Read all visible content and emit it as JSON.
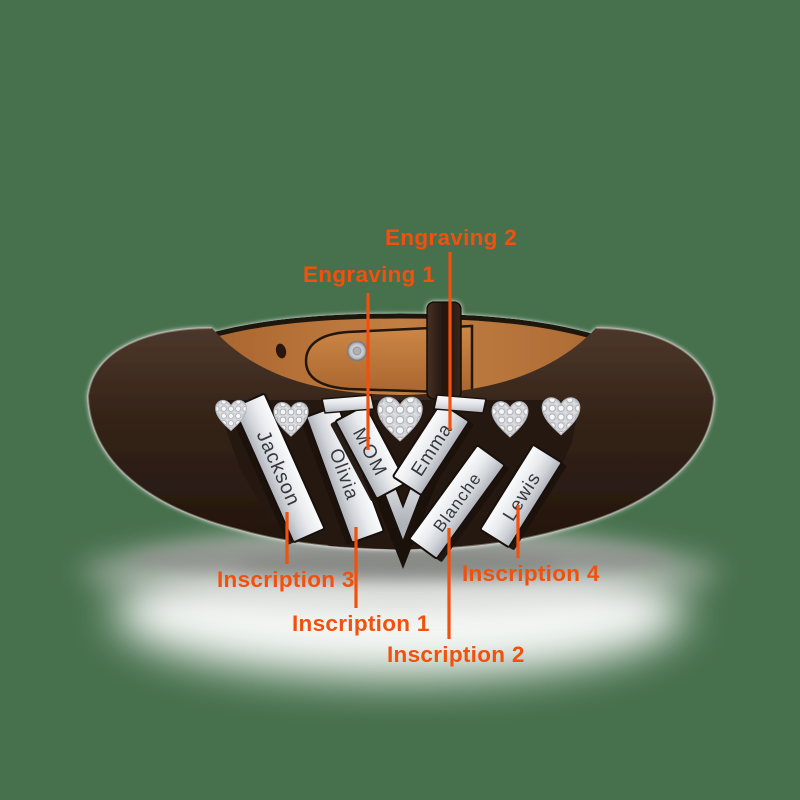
{
  "page": {
    "background_color": "#47704d",
    "accent_color": "#f2500d",
    "description": "Product annotation photo: brown leather bracelet with silver V-shaped name plates and crystal pave hearts, with engraving/inscription callouts"
  },
  "colors": {
    "leather_front": "#31221a",
    "leather_inner": "#bb7740",
    "silver_plate": "#e9ebee",
    "shadow_gray": "#8e8f8c",
    "annotation_orange": "#f2500d"
  },
  "bracelet": {
    "hearts_count": 5,
    "plates": [
      {
        "name": "Jackson",
        "annotation": "Inscription 3"
      },
      {
        "name": "Olivia",
        "annotation": "Inscription 1"
      },
      {
        "name": "MOM",
        "annotation": "Engraving 1"
      },
      {
        "name": "Emma",
        "annotation": "Engraving 2"
      },
      {
        "name": "Blanche",
        "annotation": "Inscription 2"
      },
      {
        "name": "Lewis",
        "annotation": "Inscription 4"
      }
    ]
  },
  "annotations": {
    "engraving_1": "Engraving 1",
    "engraving_2": "Engraving 2",
    "inscription_1": "Inscription 1",
    "inscription_2": "Inscription 2",
    "inscription_3": "Inscription 3",
    "inscription_4": "Inscription 4"
  }
}
